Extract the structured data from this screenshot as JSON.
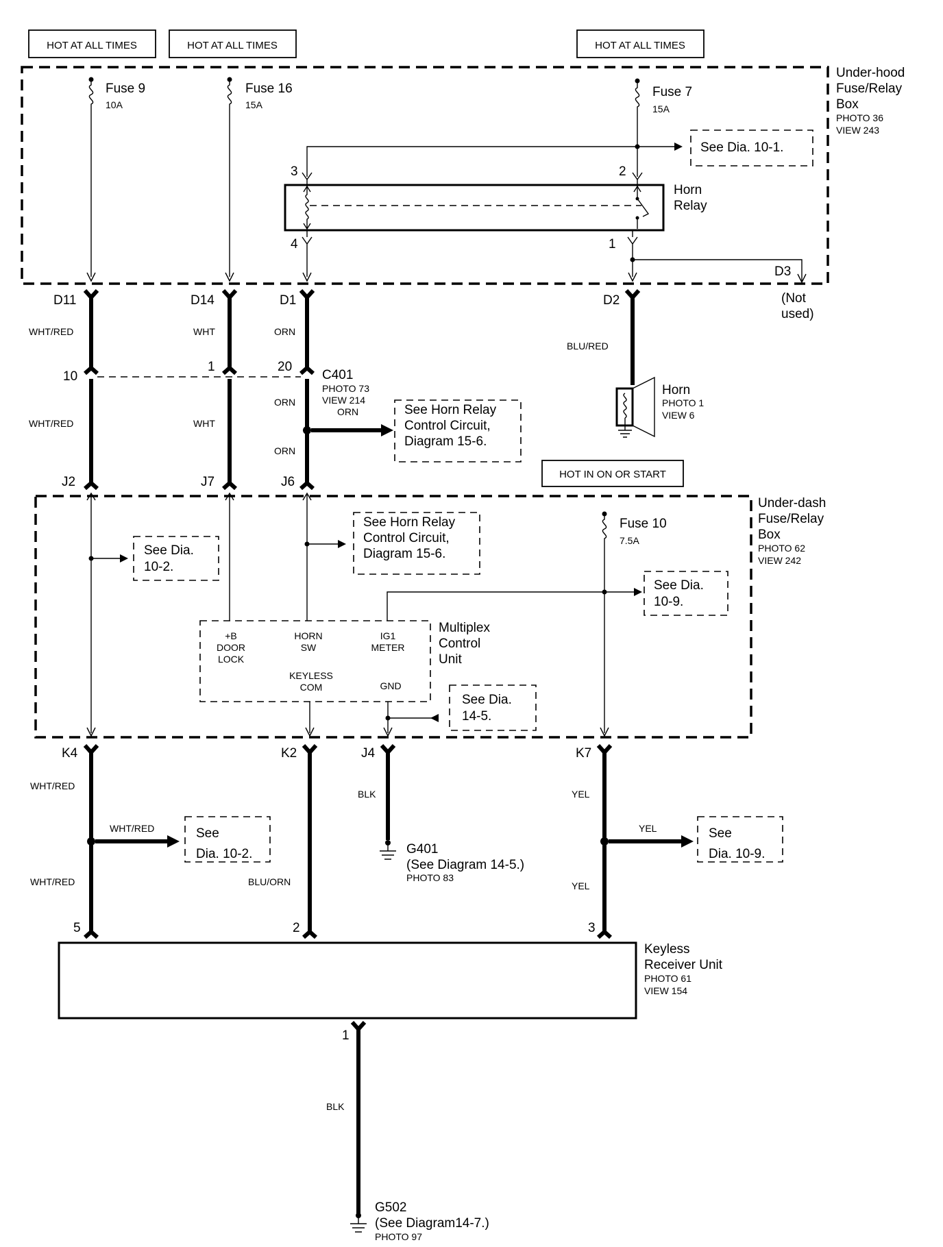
{
  "hot_labels": {
    "a": "HOT AT ALL TIMES",
    "b": "HOT AT ALL TIMES",
    "c": "HOT AT ALL TIMES",
    "d": "HOT IN ON OR START"
  },
  "underhood": {
    "title1": "Under-hood",
    "title2": "Fuse/Relay",
    "title3": "Box",
    "photo": "PHOTO 36",
    "view": "VIEW 243",
    "fuse9": "Fuse 9",
    "fuse9_amp": "10A",
    "fuse16": "Fuse 16",
    "fuse16_amp": "15A",
    "fuse7": "Fuse 7",
    "fuse7_amp": "15A",
    "see_10_1": "See Dia. 10-1.",
    "relay1": "Horn",
    "relay2": "Relay",
    "p3": "3",
    "p2": "2",
    "p4": "4",
    "p1": "1",
    "d3": "D3",
    "notused1": "(Not",
    "notused2": "used)"
  },
  "connectors": {
    "d11": "D11",
    "d14": "D14",
    "d1": "D1",
    "d2": "D2",
    "c10": "10",
    "c1": "1",
    "c20": "20",
    "j2": "J2",
    "j7": "J7",
    "j6": "J6",
    "k4": "K4",
    "k2": "K2",
    "j4": "J4",
    "k7": "K7",
    "r5": "5",
    "r2": "2",
    "r3": "3",
    "r1": "1"
  },
  "wires": {
    "w1": "WHT/RED",
    "w2": "WHT",
    "w3": "ORN",
    "w4": "BLU/RED",
    "w5": "WHT/RED",
    "w6": "WHT",
    "w7": "ORN",
    "w8": "ORN",
    "w9": "WHT/RED",
    "w10": "WHT/RED",
    "w11": "WHT/RED",
    "w12": "BLU/ORN",
    "w13": "BLK",
    "w14": "YEL",
    "w15": "YEL",
    "w16": "YEL",
    "w17": "BLK"
  },
  "c401": {
    "name": "C401",
    "photo": "PHOTO 73",
    "view": "VIEW 214",
    "orn": "ORN",
    "see1": "See Horn Relay",
    "see2": "Control  Circuit,",
    "see3": "Diagram 15-6."
  },
  "horn": {
    "name": "Horn",
    "photo": "PHOTO 1",
    "view": "VIEW 6"
  },
  "underdash": {
    "title1": "Under-dash",
    "title2": "Fuse/Relay",
    "title3": "Box",
    "photo": "PHOTO 62",
    "view": "VIEW 242",
    "fuse10": "Fuse 10",
    "fuse10_amp": "7.5A",
    "see_10_2a": "See Dia.",
    "see_10_2b": "10-2.",
    "see_hr1": "See Horn Relay",
    "see_hr2": "Control  Circuit,",
    "see_hr3": "Diagram 15-6.",
    "see_10_9a": "See Dia.",
    "see_10_9b": "10-9.",
    "see_14_5a": "See Dia.",
    "see_14_5b": "14-5."
  },
  "mcu": {
    "t1": "Multiplex",
    "t2": "Control",
    "t3": "Unit",
    "b1": "+B",
    "b2": "DOOR",
    "b3": "LOCK",
    "h1": "HORN",
    "h2": "SW",
    "i1": "IG1",
    "i2": "METER",
    "k1": "KEYLESS",
    "k2": "COM",
    "gnd": "GND"
  },
  "lower": {
    "see_a1": "See",
    "see_a2": "Dia. 10-2.",
    "see_b1": "See",
    "see_b2": "Dia. 10-9.",
    "g401": "G401",
    "g401_see": "(See Diagram 14-5.)",
    "g401_photo": "PHOTO 83"
  },
  "keyless": {
    "t1": "Keyless",
    "t2": "Receiver Unit",
    "photo": "PHOTO 61",
    "view": "VIEW 154"
  },
  "g502": {
    "name": "G502",
    "see": "(See Diagram14-7.)",
    "photo": "PHOTO 97"
  }
}
